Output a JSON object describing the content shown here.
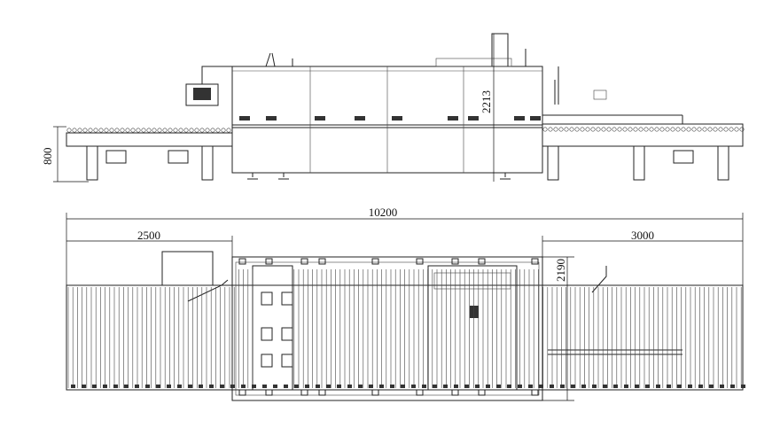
{
  "dimensions": {
    "side_height": "800",
    "machine_height": "2213",
    "total_length": "10200",
    "infeed_length": "2500",
    "outfeed_length": "3000",
    "machine_width": "2190"
  }
}
